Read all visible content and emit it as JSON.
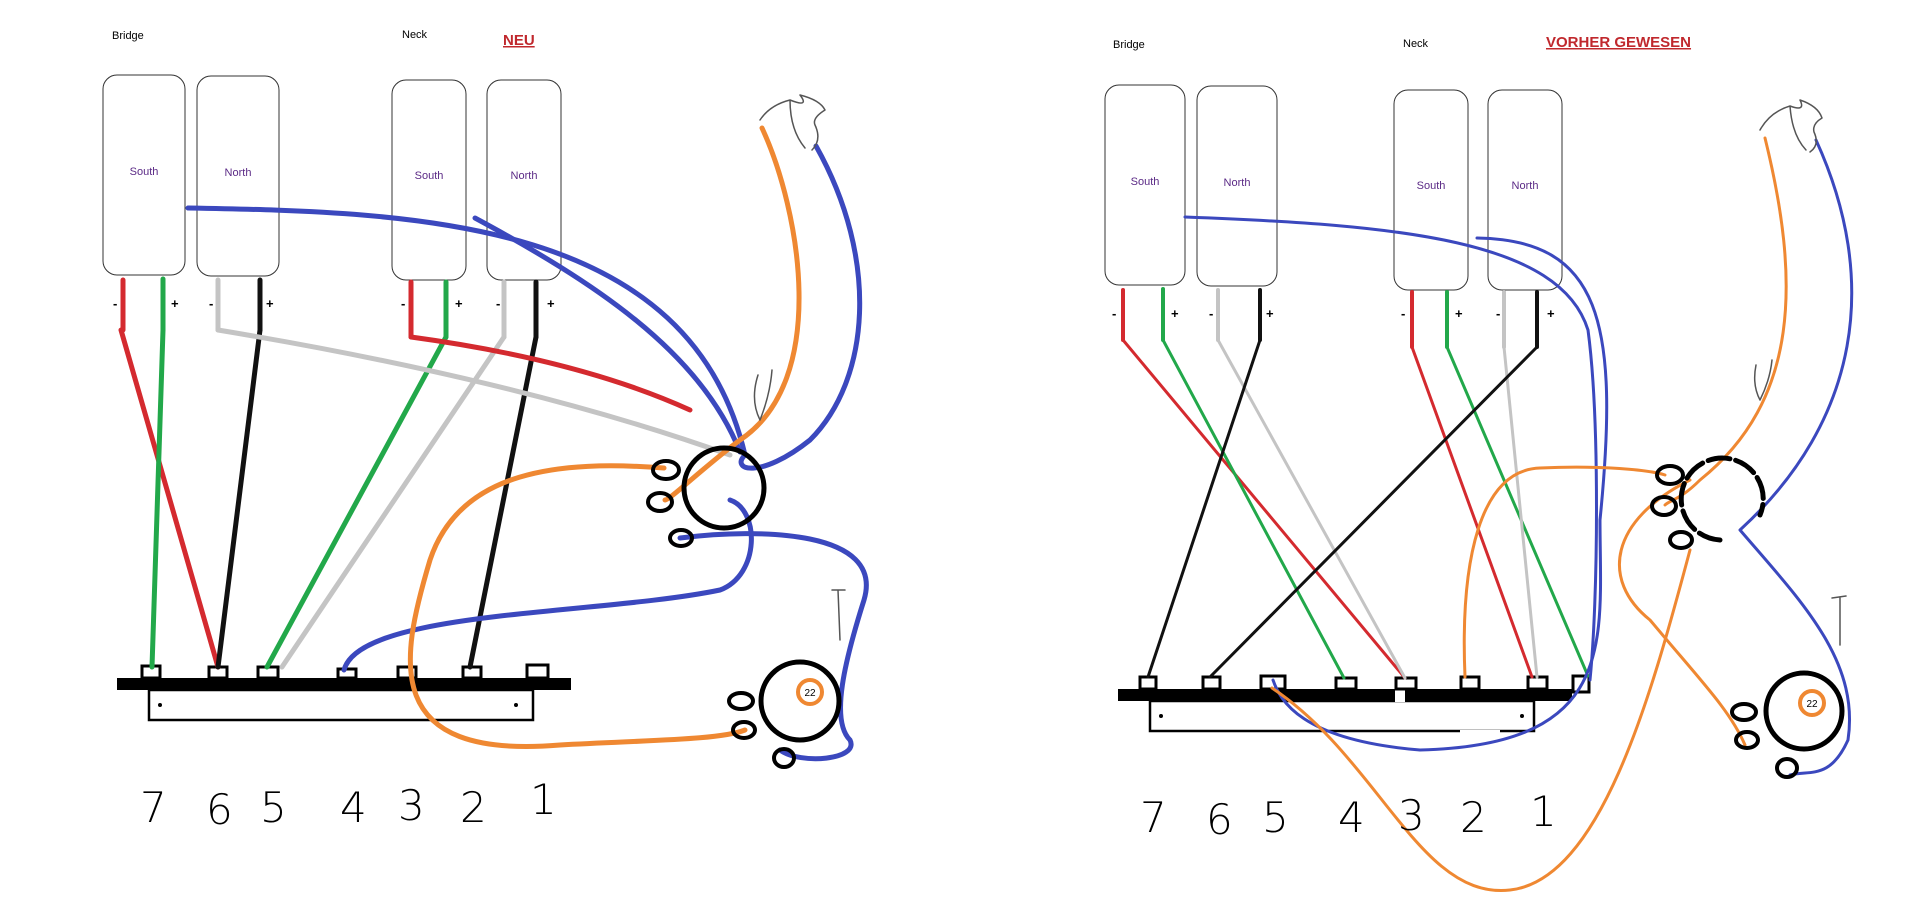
{
  "left": {
    "title": "NEU",
    "bridge_label": "Bridge",
    "neck_label": "Neck",
    "coils": [
      "South",
      "North",
      "South",
      "North"
    ],
    "minus": "-",
    "plus": "+",
    "pot_value": "22",
    "numbers": [
      "7",
      "6",
      "5",
      "4",
      "3",
      "2",
      "1"
    ]
  },
  "right": {
    "title": "VORHER GEWESEN",
    "bridge_label": "Bridge",
    "neck_label": "Neck",
    "coils": [
      "South",
      "North",
      "South",
      "North"
    ],
    "minus": "-",
    "plus": "+",
    "pot_value": "22",
    "numbers": [
      "7",
      "6",
      "5",
      "4",
      "3",
      "2",
      "1"
    ]
  },
  "wire_colors": {
    "red": "#d42a2f",
    "green": "#22a84a",
    "black": "#111111",
    "silver": "#c4c4c4",
    "blue": "#3b48be",
    "orange": "#ef8832"
  }
}
